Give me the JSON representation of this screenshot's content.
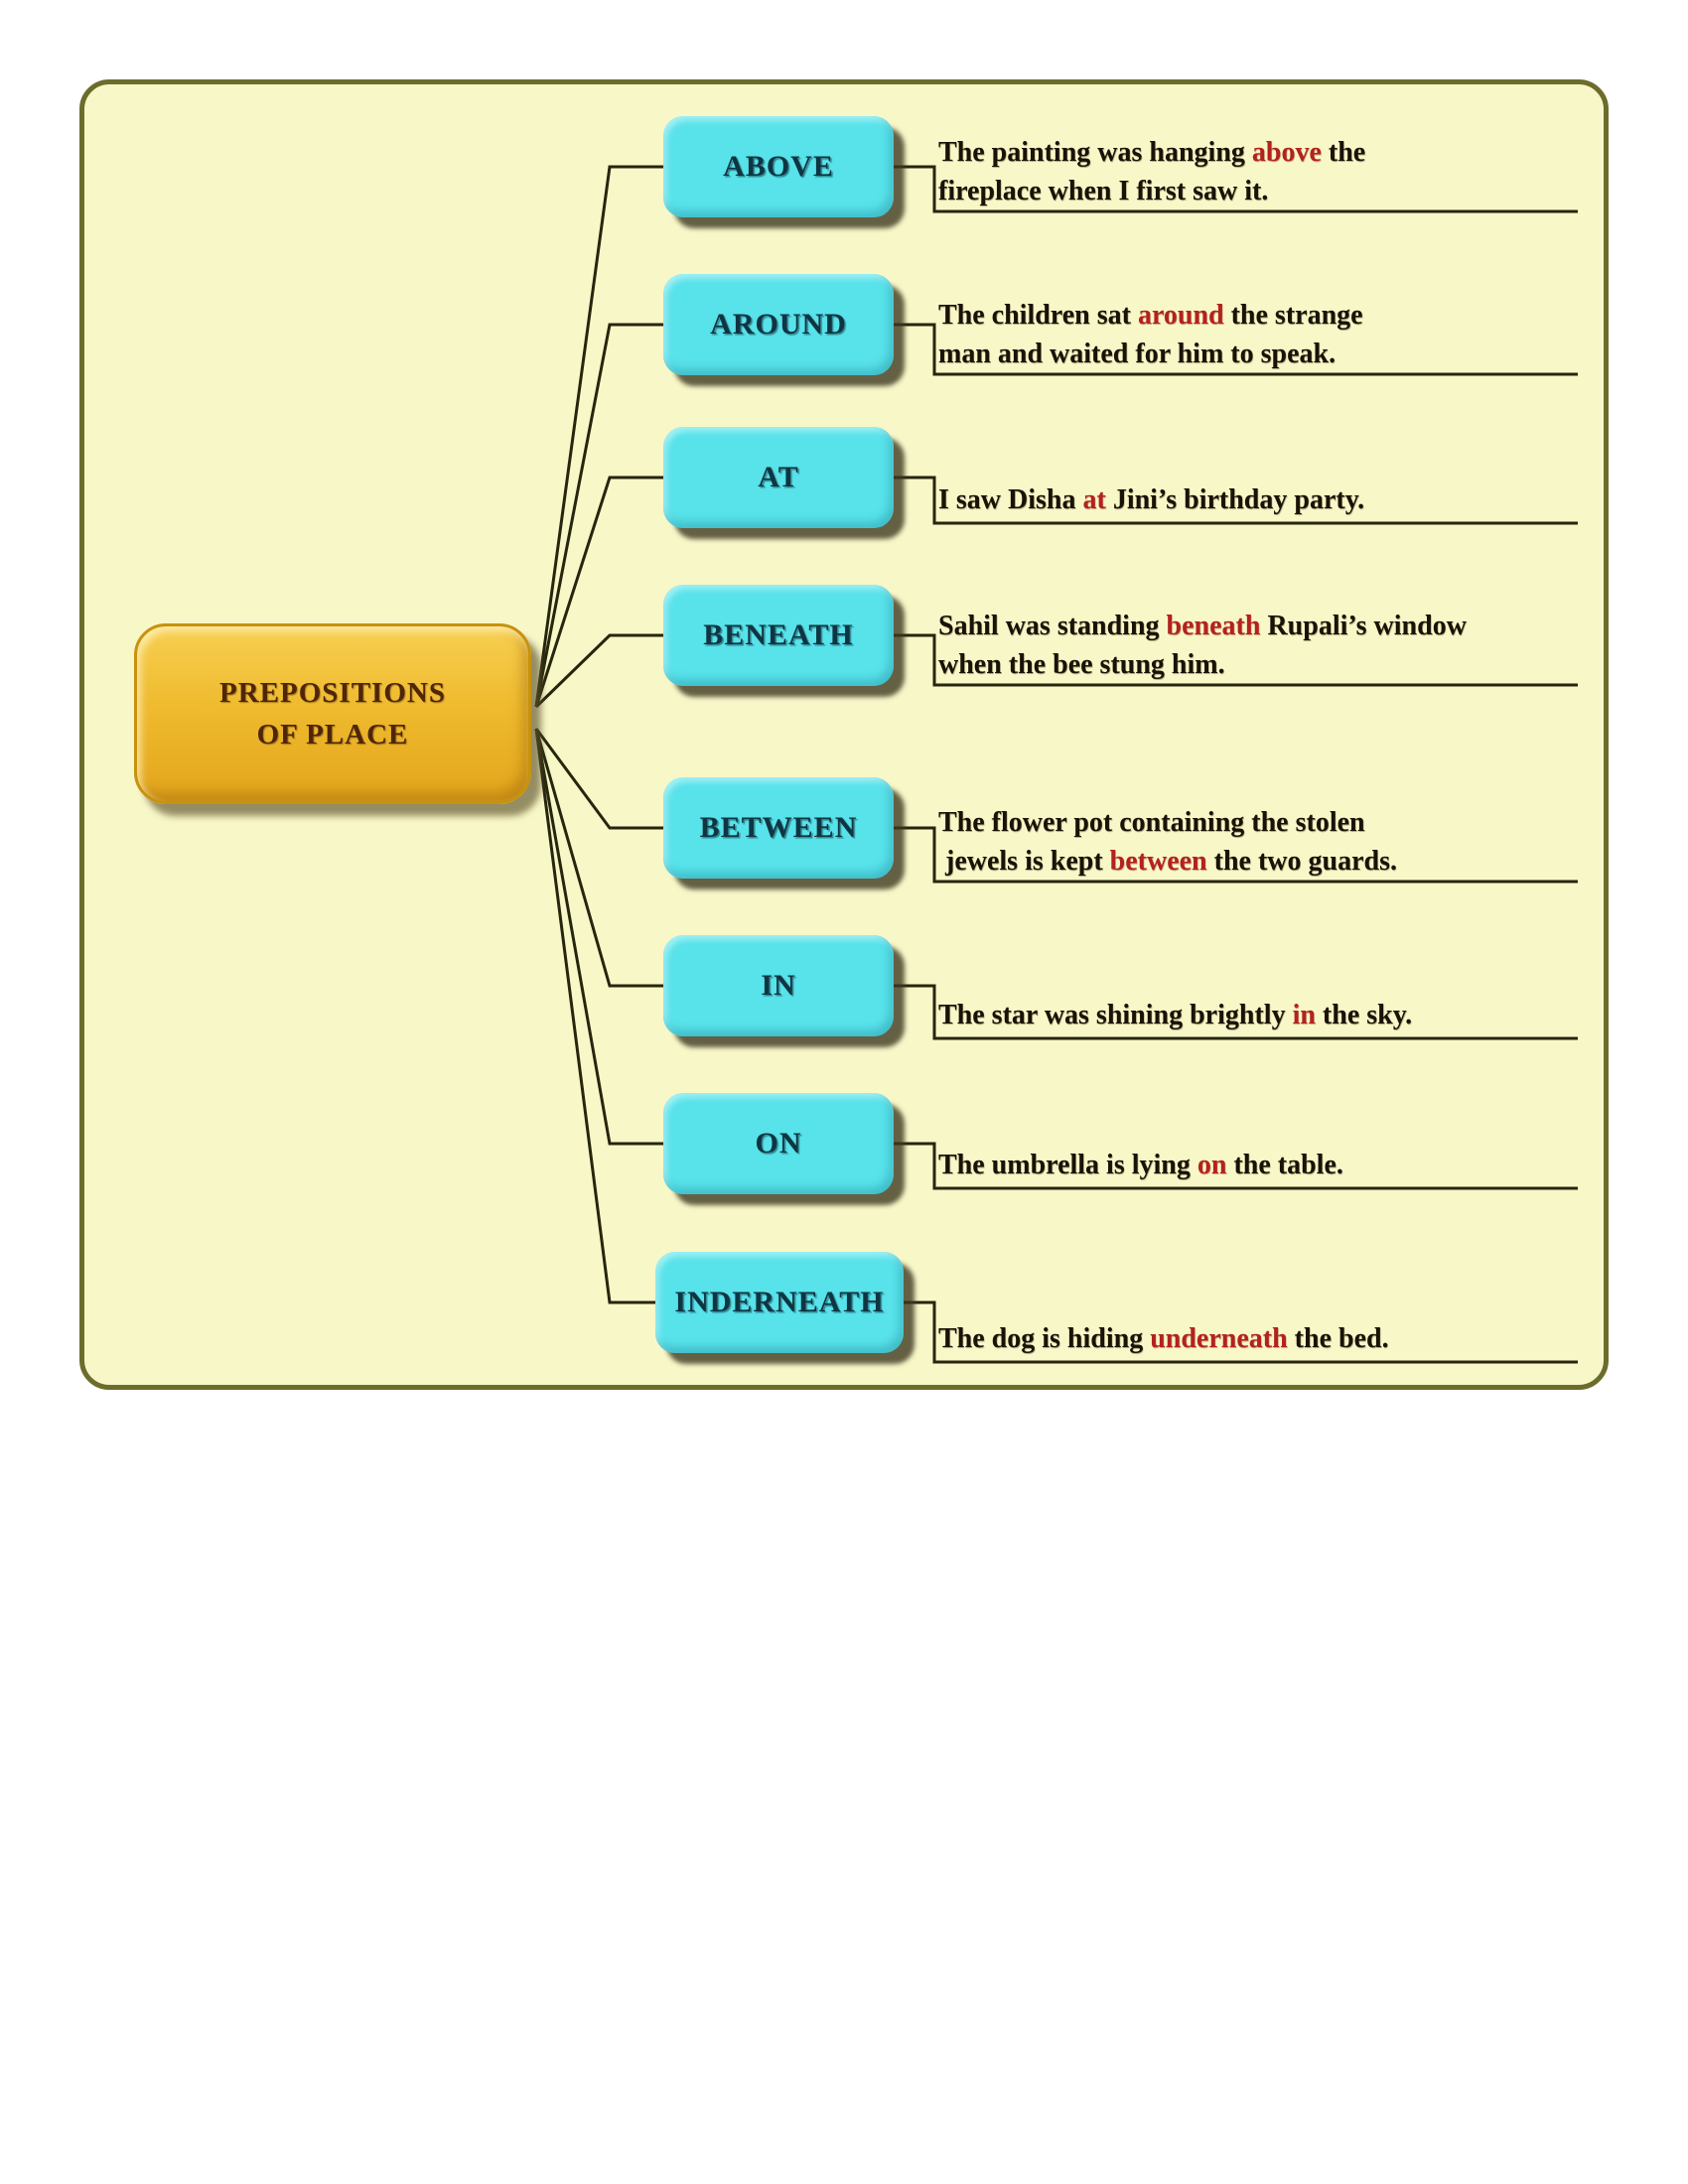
{
  "title": "Prepositions of place mind map",
  "colors": {
    "panel_bg": "#F8F7C8",
    "panel_border": "#6C6C2C",
    "node_fill": "#58E2EA",
    "node_text": "#0F3542",
    "root_fill": "#EFBB2F",
    "root_text": "#4F2607",
    "sentence_text": "#1A1206",
    "keyword_red": "#B3221E",
    "connector": "#26260E"
  },
  "root": {
    "line1": "PREPOSITIONS",
    "line2": "OF PLACE"
  },
  "nodes": [
    {
      "label": "ABOVE",
      "l1": [
        "The painting was hanging ",
        "above",
        " the"
      ],
      "l2": [
        "fireplace when I first saw it.",
        "",
        ""
      ]
    },
    {
      "label": "AROUND",
      "l1": [
        "The children sat ",
        "around",
        " the strange"
      ],
      "l2": [
        "man and waited for him to speak.",
        "",
        ""
      ]
    },
    {
      "label": "AT",
      "l1": [
        "I saw Disha ",
        "at",
        " Jini’s birthday party."
      ],
      "l2": [
        "",
        "",
        ""
      ]
    },
    {
      "label": "BENEATH",
      "l1": [
        "Sahil was standing ",
        "beneath",
        " Rupali’s window"
      ],
      "l2": [
        "when the bee stung him.",
        "",
        ""
      ]
    },
    {
      "label": "BETWEEN",
      "l1": [
        "The flower pot containing the stolen",
        "",
        ""
      ],
      "l2": [
        " jewels is kept ",
        "between",
        " the two guards."
      ]
    },
    {
      "label": "IN",
      "l1": [
        "The star was shining brightly ",
        "in",
        " the sky."
      ],
      "l2": [
        "",
        "",
        ""
      ]
    },
    {
      "label": "ON",
      "l1": [
        "The umbrella is lying ",
        "on",
        " the table."
      ],
      "l2": [
        "",
        "",
        ""
      ]
    },
    {
      "label": "INDERNEATH",
      "l1": [
        "The dog is hiding ",
        "underneath",
        " the bed."
      ],
      "l2": [
        "",
        "",
        ""
      ]
    }
  ]
}
